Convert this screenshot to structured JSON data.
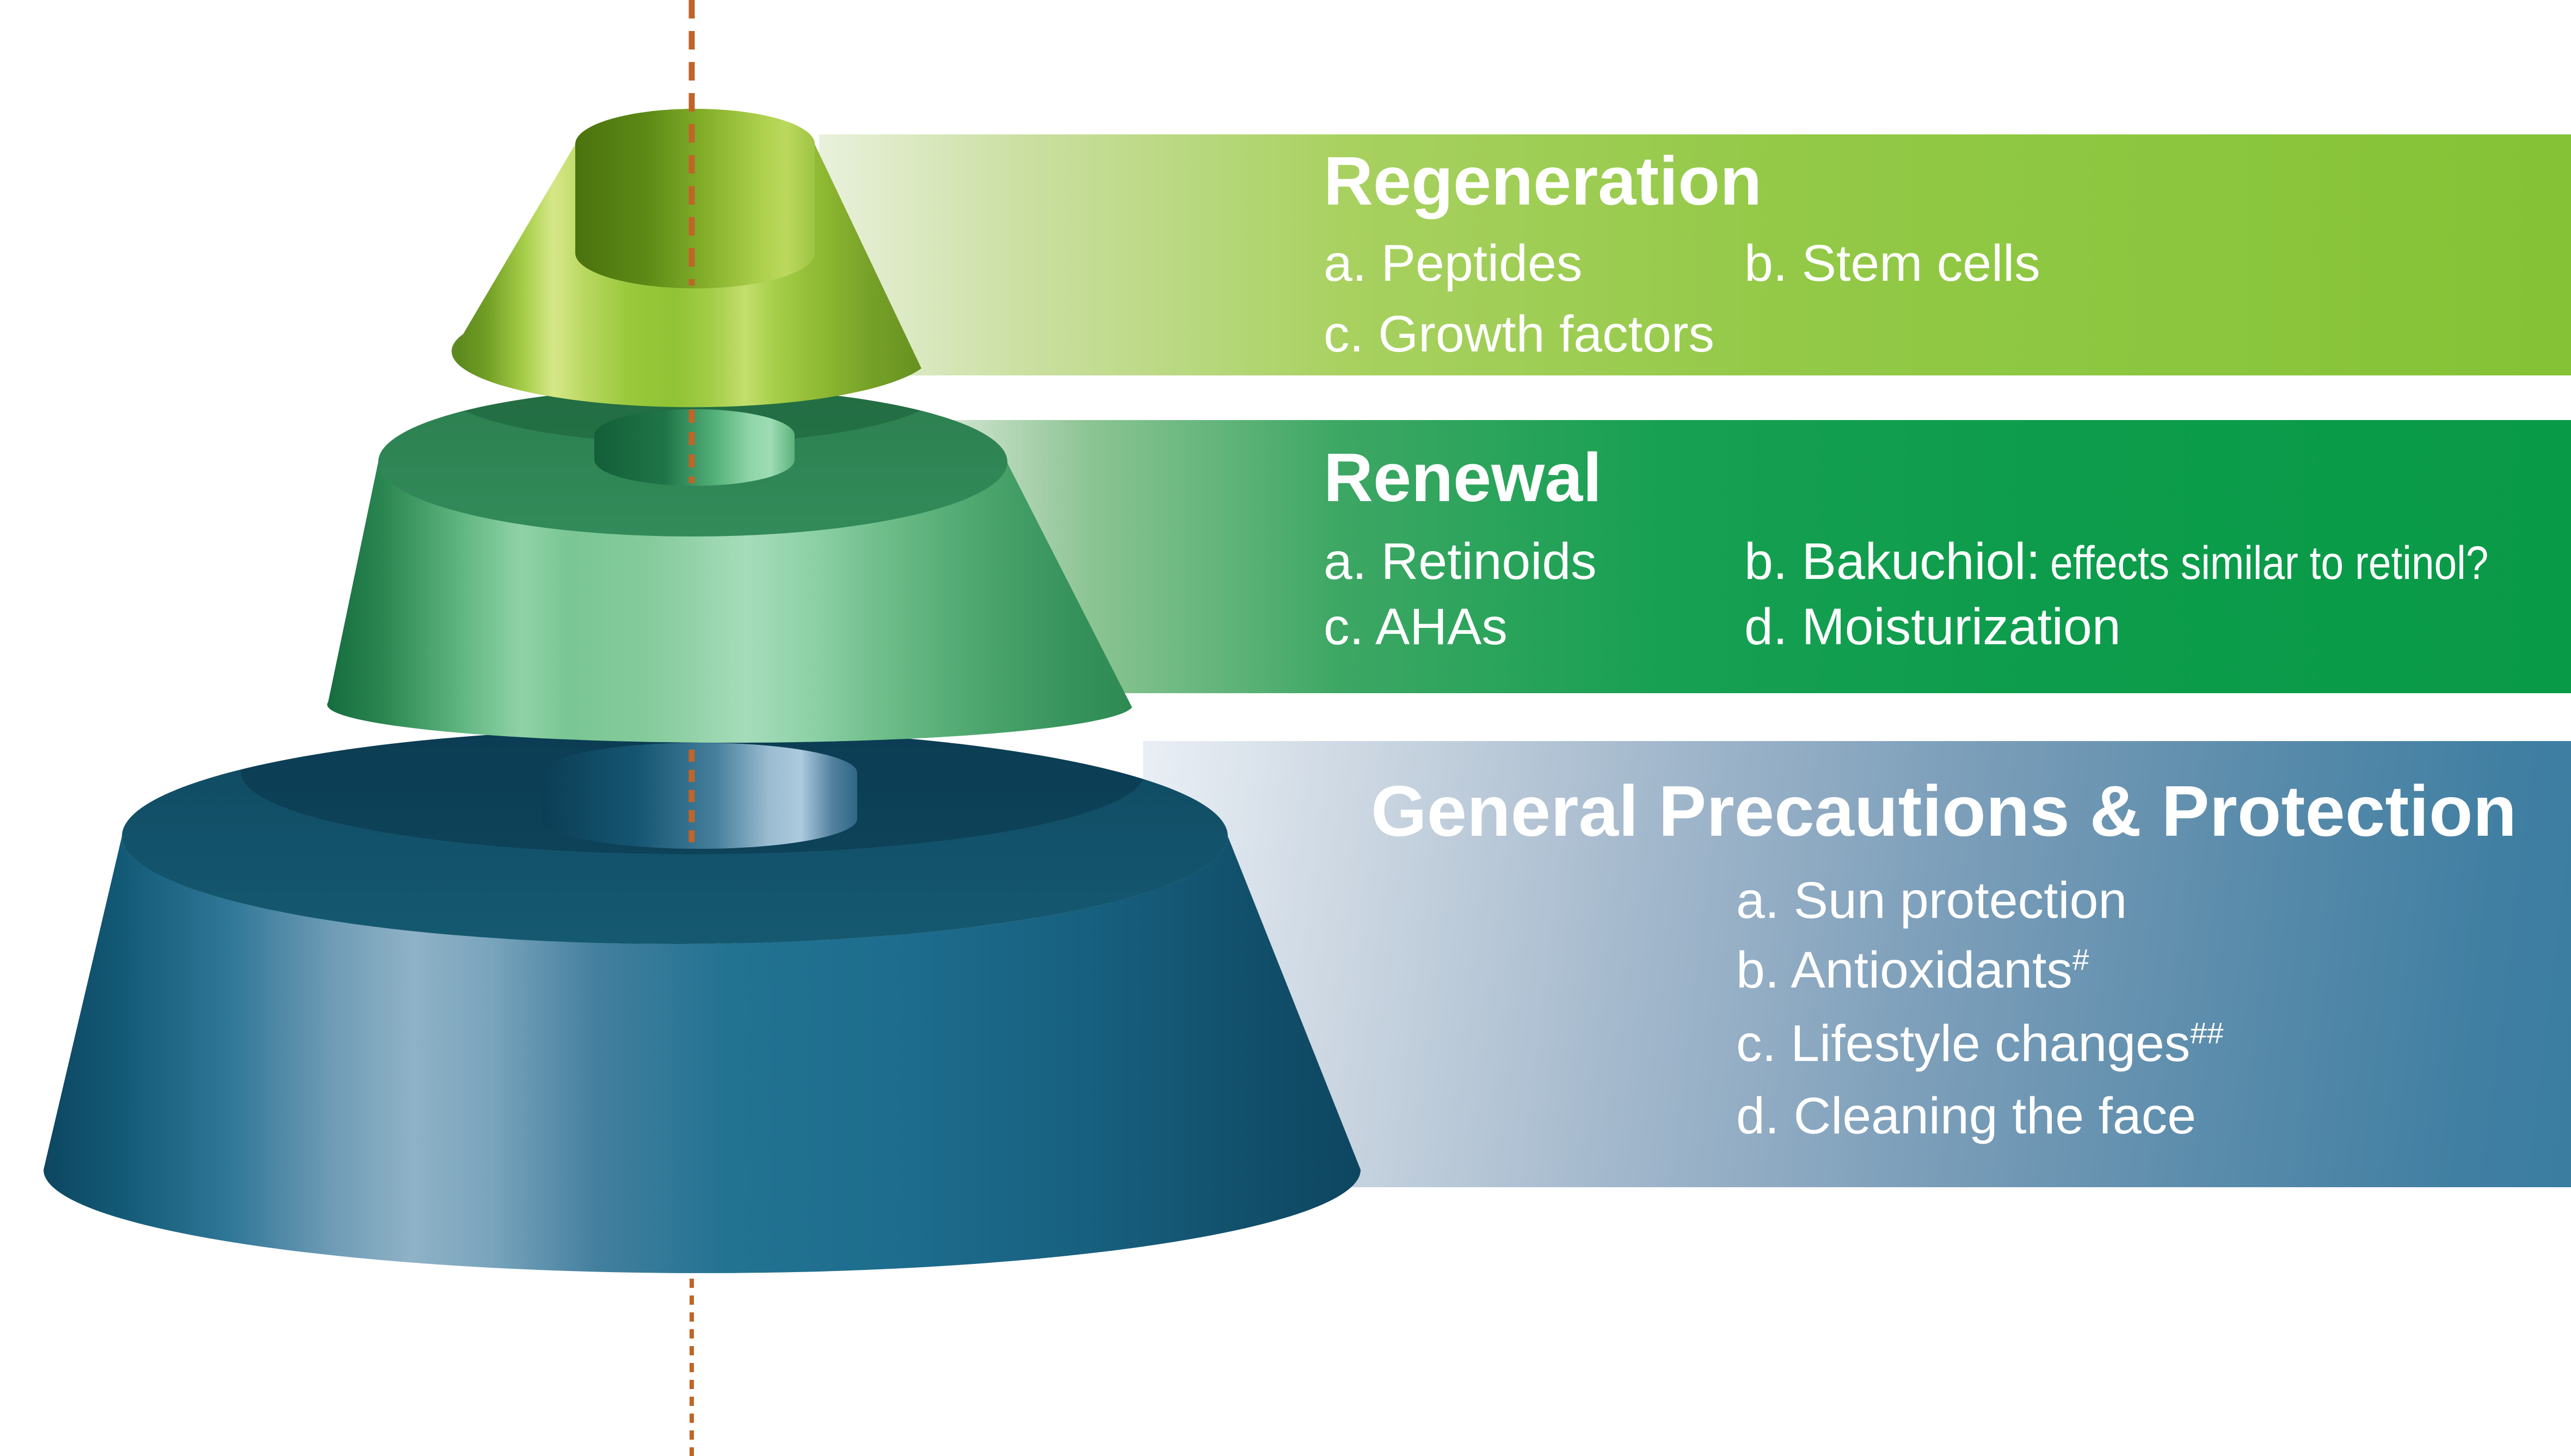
{
  "diagram": {
    "type": "layered-funnel",
    "axis": "dashed center axis line"
  },
  "tiers": [
    {
      "id": "regeneration",
      "title": "Regeneration",
      "items": [
        {
          "text": "a. Peptides"
        },
        {
          "text": "b. Stem cells"
        },
        {
          "text": "c. Growth factors"
        }
      ]
    },
    {
      "id": "renewal",
      "title": "Renewal",
      "items": [
        {
          "text": "a. Retinoids"
        },
        {
          "text": "b. Bakuchiol:",
          "note": "effects similar to retinol?"
        },
        {
          "text": "c. AHAs"
        },
        {
          "text": "d. Moisturization"
        }
      ]
    },
    {
      "id": "general-precautions",
      "title": "General Precautions & Protection",
      "items": [
        {
          "text": "a. Sun protection"
        },
        {
          "text": "b. Antioxidants",
          "sup": "#"
        },
        {
          "text": "c. Lifestyle changes",
          "sup": "##"
        },
        {
          "text": "d. Cleaning the face"
        }
      ]
    }
  ],
  "colors": {
    "text": "#ffffff",
    "dashed_axis": "#bf6527",
    "band_regeneration_end": "#85c235",
    "band_renewal_end": "#099a47",
    "band_general_end": "#3a7da1",
    "cone_regeneration_body": "#90c335",
    "cone_renewal_body": "#7ac694",
    "cone_renewal_top": "#2e8153",
    "cone_general_body": "#227292",
    "cone_general_top": "#0f4a62",
    "background": "#ffffff"
  }
}
